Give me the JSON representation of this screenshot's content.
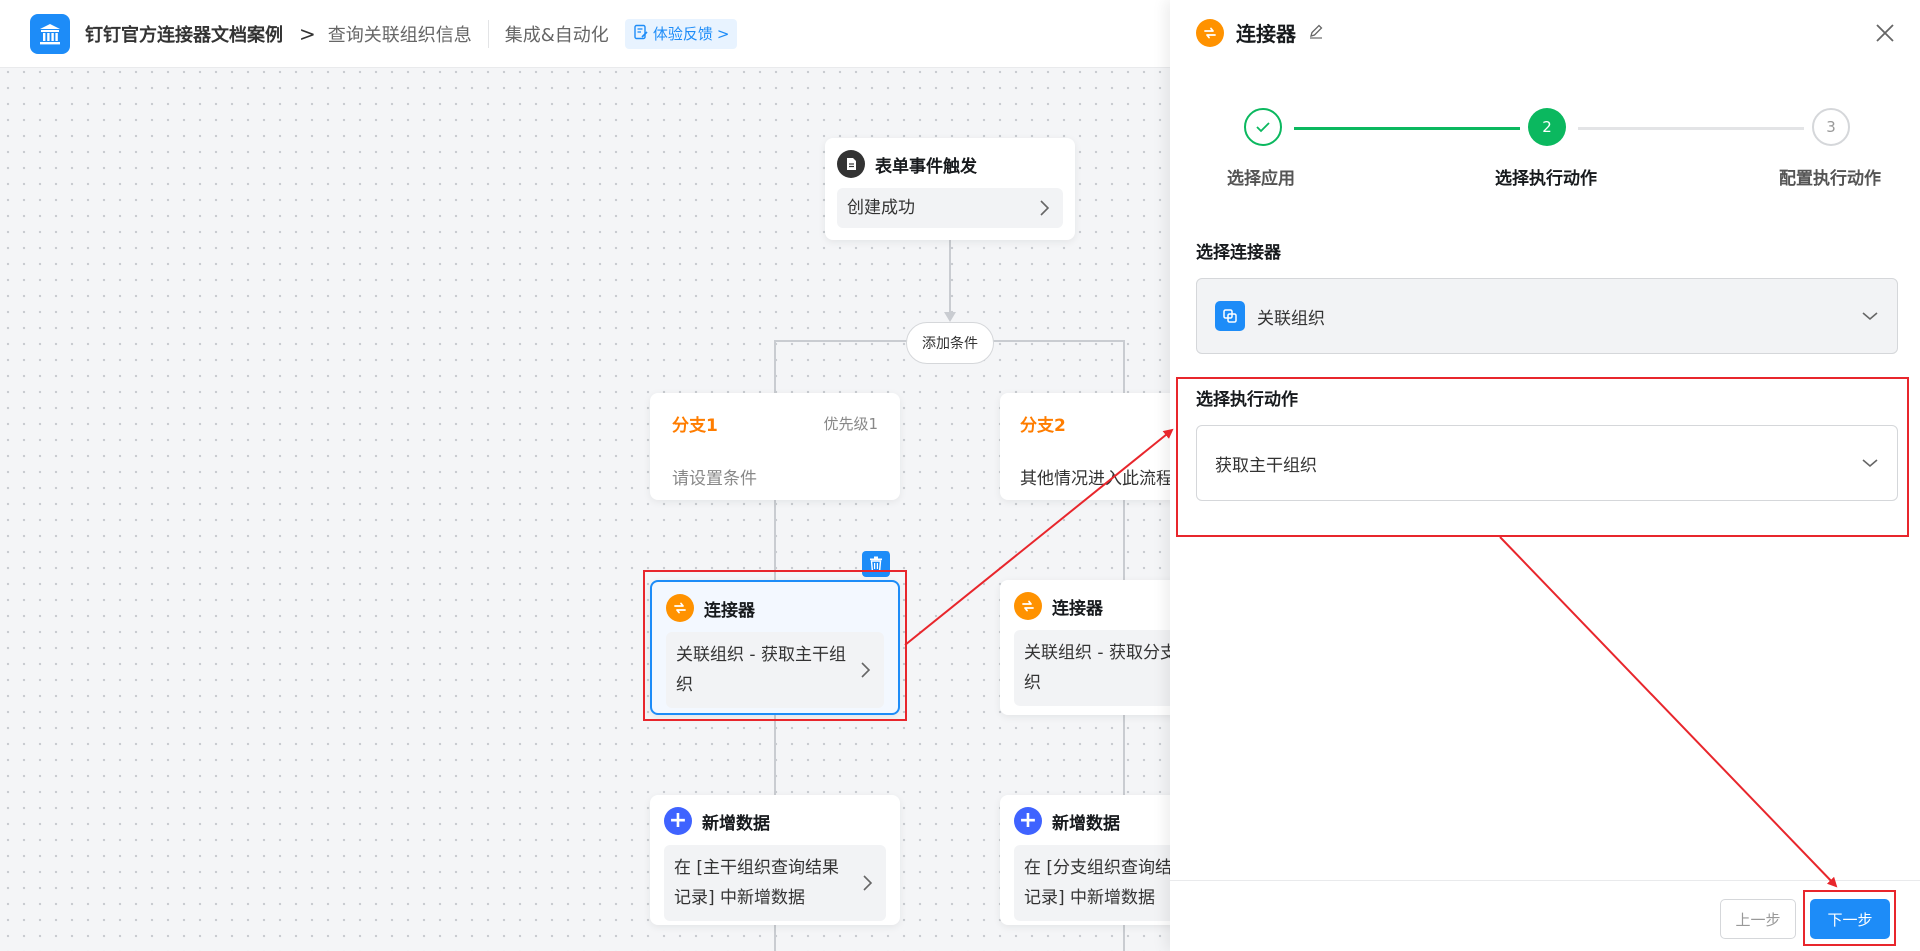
{
  "header": {
    "app_title": "钉钉官方连接器文档案例",
    "breadcrumb_sep": ">",
    "crumb_page": "查询关联组织信息",
    "crumb_section": "集成&自动化",
    "feedback_label": "体验反馈",
    "feedback_chevron": ">"
  },
  "flow": {
    "trigger": {
      "title": "表单事件触发",
      "event": "创建成功"
    },
    "add_condition": "添加条件",
    "branch1": {
      "title": "分支1",
      "priority": "优先级1",
      "desc": "请设置条件"
    },
    "branch2": {
      "title": "分支2",
      "desc": "其他情况进入此流程"
    },
    "connector1": {
      "title": "连接器",
      "desc": "关联组织 - 获取主干组织"
    },
    "connector2": {
      "title": "连接器",
      "desc": "关联组织 - 获取分支组织"
    },
    "add_data1": {
      "title": "新增数据",
      "desc": "在 [主干组织查询结果记录] 中新增数据"
    },
    "add_data2": {
      "title": "新增数据",
      "desc": "在 [分支组织查询结果记录] 中新增数据"
    }
  },
  "panel": {
    "title": "连接器",
    "steps": [
      {
        "label": "选择应用",
        "state": "done",
        "num": ""
      },
      {
        "label": "选择执行动作",
        "state": "active",
        "num": "2"
      },
      {
        "label": "配置执行动作",
        "state": "pending",
        "num": "3"
      }
    ],
    "connector_label": "选择连接器",
    "connector_value": "关联组织",
    "action_label": "选择执行动作",
    "action_value": "获取主干组织",
    "prev_button": "上一步",
    "next_button": "下一步"
  },
  "colors": {
    "primary": "#1d8cf8",
    "success": "#0bb85f",
    "connector_orange": "#ff9200",
    "branch_orange": "#ff7d00",
    "annotation_red": "#e8262c"
  },
  "icons": {
    "logo": "bank-icon",
    "feedback": "edit-note-icon",
    "trigger": "document-icon",
    "connector": "connector-icon",
    "add": "plus-icon",
    "delete": "trash-icon",
    "edit": "pencil-icon",
    "close": "close-icon",
    "app": "copy-icon"
  }
}
